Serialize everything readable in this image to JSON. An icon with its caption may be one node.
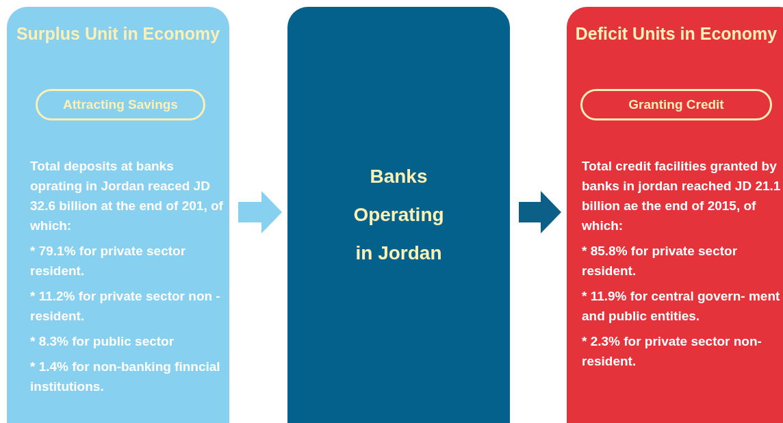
{
  "diagram": {
    "nodes": [
      {
        "text": [
          "Surplus Unit in Economy",
          "Total deposits at banks oprating in Jordan reaced JD 32.6 billion at the end of 201, of which:",
          "* 79.1% for private sector resident.",
          "* 11.2% for private sector non - resident.",
          "* 8.3% for public sector",
          "* 1.4% for non-banking finncial institutions."
        ]
      },
      {
        "text": [
          "Attracting Savings"
        ],
        "in": 0
      },
      {
        "text": [
          "Banks Operating in Jordan"
        ]
      },
      {
        "text": [
          "Deficit Units in Economy",
          "Total credit facilities granted by banks in jordan reached JD 21.1 billion ae the end of 2015, of which:",
          "* 85.8% for private sector resident.",
          "* 11.9% for central govern- ment and public entities.",
          "* 2.3% for private sector non-resident."
        ]
      },
      {
        "text": [
          "Granting Credit"
        ],
        "in": 3
      }
    ],
    "edges": [
      {
        "from": 0,
        "to": 2,
        "arrow": "to",
        "color": "#87d0ef"
      },
      {
        "from": 2,
        "to": 3,
        "arrow": "to",
        "color": "#0c5f87"
      }
    ]
  }
}
